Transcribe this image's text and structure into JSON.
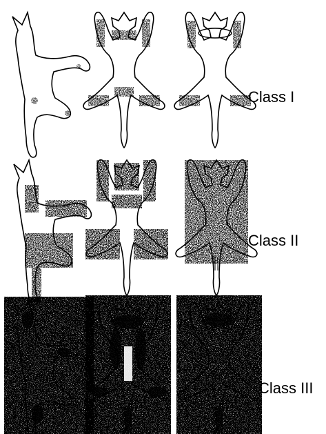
{
  "classes": [
    {
      "label": "Class I",
      "spotting": "minimal"
    },
    {
      "label": "Class II",
      "spotting": "moderate"
    },
    {
      "label": "Class III",
      "spotting": "extensive"
    }
  ],
  "views": [
    "side-view",
    "ventral-view",
    "dorsal-view"
  ],
  "colors": {
    "ink": "#000000",
    "paper": "#ffffff"
  }
}
